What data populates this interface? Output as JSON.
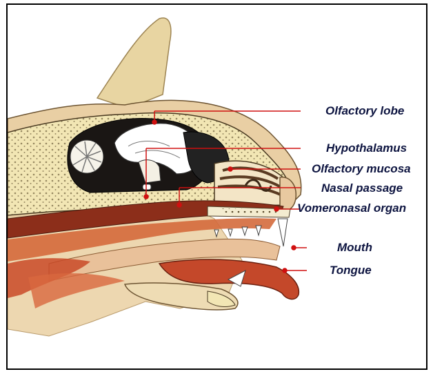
{
  "labels": {
    "olfactory_lobe": "Olfactory lobe",
    "hypothalamus": "Hypothalamus",
    "olfactory_mucosa": "Olfactory mucosa",
    "nasal_passage": "Nasal passage",
    "vomeronasal_organ": "Vomeronasal organ",
    "mouth": "Mouth",
    "tongue": "Tongue"
  },
  "colors": {
    "leader_line": "#d01010",
    "label_text": "#0d1440",
    "fur": "#e9cfa4",
    "bone": "#f2e6b4",
    "tissue": "#cc5a30"
  }
}
